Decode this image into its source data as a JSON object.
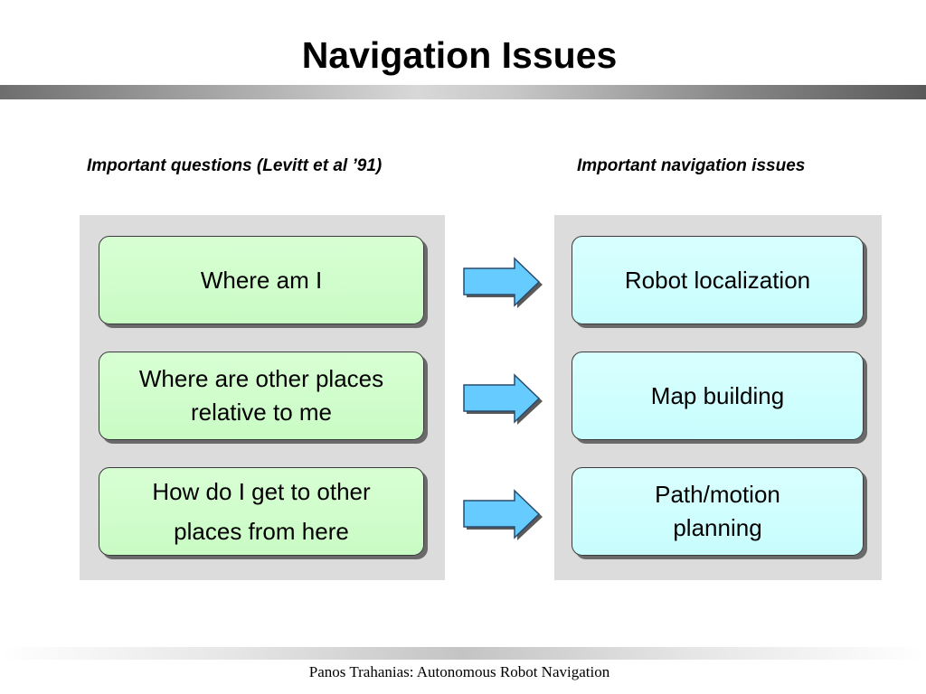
{
  "title": "Navigation Issues",
  "footer": "Panos Trahanias: Autonomous Robot Navigation",
  "left_column": {
    "heading": "Important questions (Levitt et al ’91)",
    "items": [
      "Where am I",
      "Where are other places\nrelative to me",
      "How do I get to other\nplaces from here"
    ]
  },
  "right_column": {
    "heading": "Important navigation issues",
    "items": [
      "Robot localization",
      "Map building",
      "Path/motion\nplanning"
    ]
  },
  "colors": {
    "left_box_fill": "#ccfccc",
    "right_box_fill": "#ccffff",
    "arrow_fill": "#66ccff",
    "panel_fill": "#dcdcdc"
  }
}
